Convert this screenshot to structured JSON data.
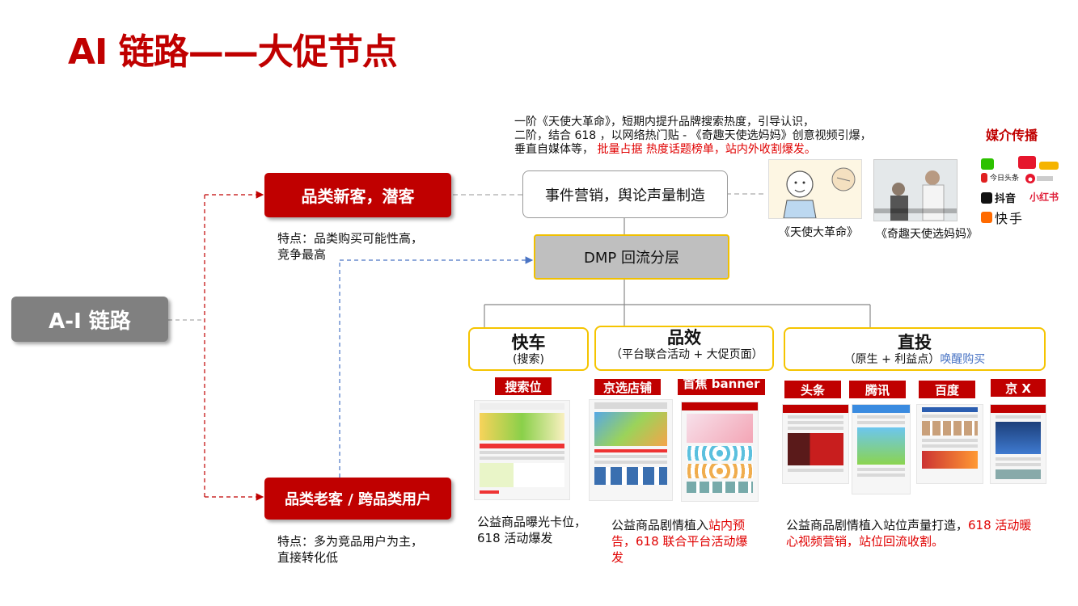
{
  "title": "AI 链路——大促节点",
  "root": {
    "label": "A-I  链路"
  },
  "new_customers": {
    "label": "品类新客，潜客",
    "note_line1": "特点：品类购买可能性高，",
    "note_line2": "竞争最高"
  },
  "old_customers": {
    "label": "品类老客 / 跨品类用户",
    "note_line1": "特点：多为竞品用户为主，",
    "note_line2": "直接转化低"
  },
  "event_desc": {
    "line1": "一阶《天使大革命》，短期内提升品牌搜索热度，引导认识，",
    "line2": "二阶，结合 618 ，以网络热门贴 - 《奇趣天使选妈妈》创意视频引爆，",
    "line3_black": "垂直自媒体等，",
    "line3_red": "批量占据 热度话题榜单，站内外收割爆发。"
  },
  "event_box": "事件营销，舆论声量制造",
  "dmp_box": "DMP 回流分层",
  "videos": {
    "caption1": "《天使大革命》",
    "caption2": "《奇趣天使选妈妈》"
  },
  "media": {
    "title": "媒介传播",
    "douyin": "抖音",
    "xiaohongshu": "小红书",
    "kuaishou": "快手",
    "toutiao": "今日头条"
  },
  "channels": {
    "kuaiche": {
      "title": "快车",
      "sub": "(搜索)"
    },
    "pinxiao": {
      "title": "品效",
      "sub": "（平台联合活动 + 大促页面）"
    },
    "zhitou": {
      "title": "直投",
      "sub_black": "（原生 + 利益点）",
      "sub_blue": "唤醒购买"
    }
  },
  "tags": {
    "search": "搜索位",
    "jd_store": "京选店铺",
    "home_banner": "首焦 banner",
    "toutiao": "头条",
    "tencent": "腾讯",
    "baidu": "百度",
    "jdx": "京 X"
  },
  "descs": {
    "kuaiche": "公益商品曝光卡位，618 活动爆发",
    "pinxiao_black": "公益商品剧情植入",
    "pinxiao_red": "站内预告，618 联合平台活动爆发",
    "zhitou_black": "公益商品剧情植入站位声量打造，",
    "zhitou_red": "618 活动暖心视频营销，站位回流收割。"
  },
  "colors": {
    "accent": "#c00000",
    "highlight": "#f5c400",
    "blue_link": "#4a74c4",
    "node_gray": "#808080"
  }
}
